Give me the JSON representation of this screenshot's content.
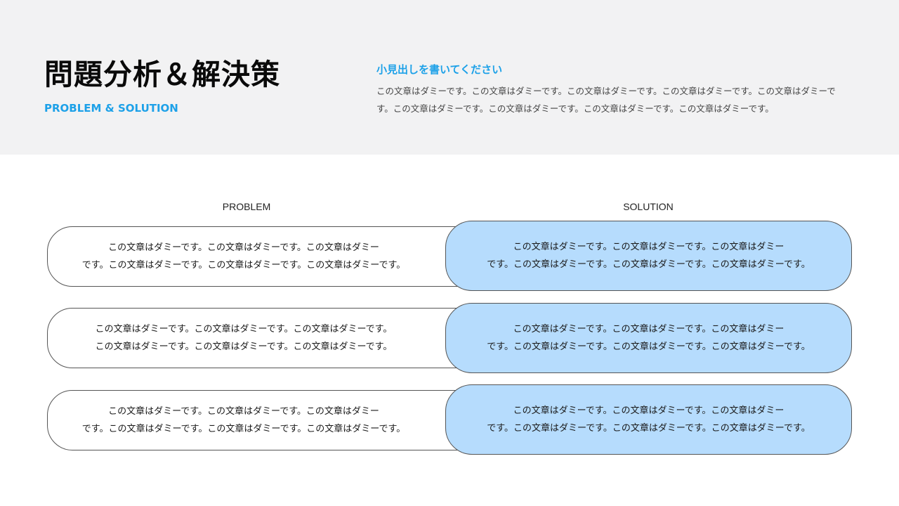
{
  "header": {
    "title": "問題分析＆解決策",
    "subtitle": "PROBLEM & SOLUTION",
    "lead_heading": "小見出しを書いてください",
    "lead_body": "この文章はダミーです。この文章はダミーです。この文章はダミーです。この文章はダミーです。この文章はダミーです。この文章はダミーです。この文章はダミーです。この文章はダミーです。この文章はダミーです。"
  },
  "columns": {
    "problem_label": "PROBLEM",
    "solution_label": "SOLUTION"
  },
  "rows": [
    {
      "problem": [
        "この文章はダミーです。この文章はダミーです。この文章はダミー",
        "です。この文章はダミーです。この文章はダミーです。この文章はダミーです。"
      ],
      "solution": [
        "この文章はダミーです。この文章はダミーです。この文章はダミー",
        "です。この文章はダミーです。この文章はダミーです。この文章はダミーです。"
      ]
    },
    {
      "problem": [
        "この文章はダミーです。この文章はダミーです。この文章はダミーです。",
        "この文章はダミーです。この文章はダミーです。この文章はダミーです。"
      ],
      "solution": [
        "この文章はダミーです。この文章はダミーです。この文章はダミー",
        "です。この文章はダミーです。この文章はダミーです。この文章はダミーです。"
      ]
    },
    {
      "problem": [
        "この文章はダミーです。この文章はダミーです。この文章はダミー",
        "です。この文章はダミーです。この文章はダミーです。この文章はダミーです。"
      ],
      "solution": [
        "この文章はダミーです。この文章はダミーです。この文章はダミー",
        "です。この文章はダミーです。この文章はダミーです。この文章はダミーです。"
      ]
    }
  ],
  "colors": {
    "accent": "#1da1e8",
    "solution_fill": "#b6dcfd",
    "header_bg": "#f2f2f3"
  }
}
